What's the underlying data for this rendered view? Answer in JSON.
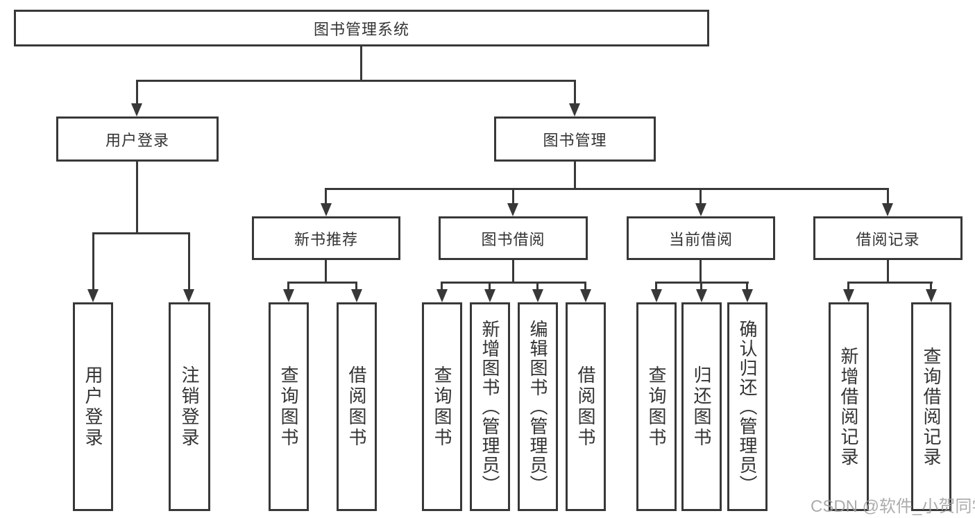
{
  "tree": {
    "root": {
      "label": "图书管理系统",
      "children": [
        {
          "label": "用户登录",
          "children": [
            {
              "label": "用户登录"
            },
            {
              "label": "注销登录"
            }
          ]
        },
        {
          "label": "图书管理",
          "children": [
            {
              "label": "新书推荐",
              "children": [
                {
                  "label": "查询图书"
                },
                {
                  "label": "借阅图书"
                }
              ]
            },
            {
              "label": "图书借阅",
              "children": [
                {
                  "label": "查询图书"
                },
                {
                  "label": "新增图书（管理员）"
                },
                {
                  "label": "编辑图书（管理员）"
                },
                {
                  "label": "借阅图书"
                }
              ]
            },
            {
              "label": "当前借阅",
              "children": [
                {
                  "label": "查询图书"
                },
                {
                  "label": "归还图书"
                },
                {
                  "label": "确认归还（管理员）"
                }
              ]
            },
            {
              "label": "借阅记录",
              "children": [
                {
                  "label": "新增借阅记录"
                },
                {
                  "label": "查询借阅记录"
                }
              ]
            }
          ]
        }
      ]
    }
  },
  "watermark": {
    "text": "CSDN @软件_小贺同学"
  },
  "colors": {
    "line": "#383838",
    "text": "#333333",
    "box_fill": "#ffffff",
    "background": "#ffffff",
    "watermark": "#9e9e9e"
  }
}
